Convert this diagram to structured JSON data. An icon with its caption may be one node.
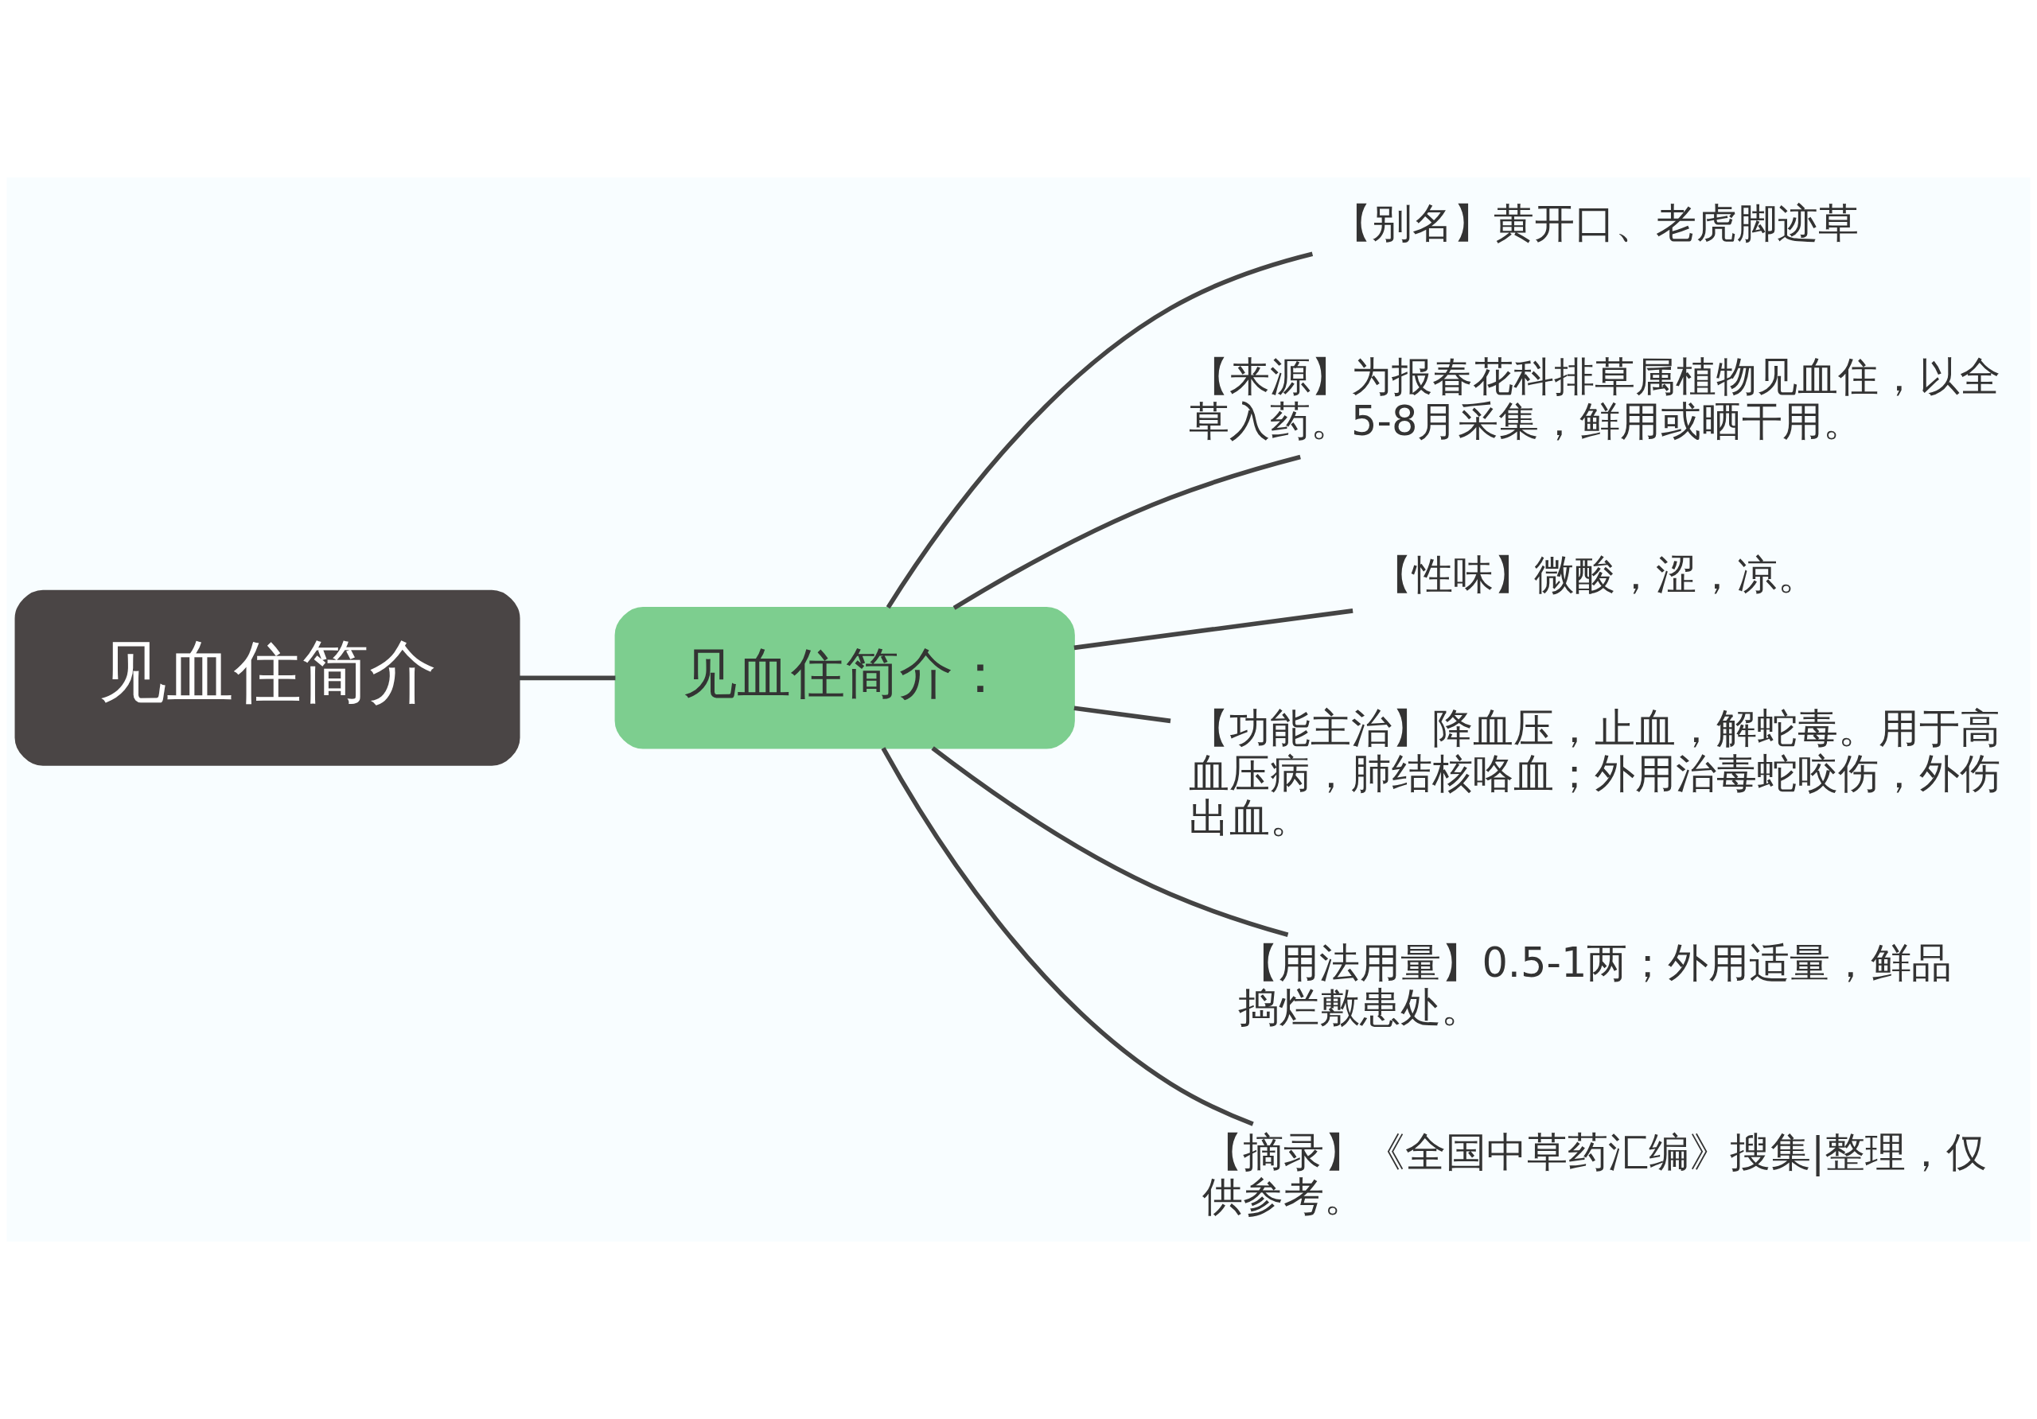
{
  "diagram": {
    "nodes": [
      {
        "text": [
          "见血住简介"
        ]
      },
      {
        "text": [
          "见血住简介："
        ]
      },
      {
        "text": [
          "【别名】黄开口、老虎脚迹草"
        ]
      },
      {
        "text": [
          "【来源】为报春花科排草属植物见血住，以全草入药。5-8月采集，鲜用或晒干用。"
        ]
      },
      {
        "text": [
          "【性味】微酸，涩，凉。"
        ]
      },
      {
        "text": [
          "【功能主治】降血压，止血，解蛇毒。用于高血压病，肺结核咯血；外用治毒蛇咬伤，外伤出血。"
        ]
      },
      {
        "text": [
          "【用法用量】0.5-1两；外用适量，鲜品捣烂敷患处。"
        ]
      },
      {
        "text": [
          "【摘录】《全国中草药汇编》搜集|整理，仅供参考。"
        ]
      }
    ],
    "edges": [
      {
        "from": 0,
        "to": 1,
        "arrow": "none"
      },
      {
        "from": 1,
        "to": 2,
        "arrow": "none"
      },
      {
        "from": 1,
        "to": 3,
        "arrow": "none"
      },
      {
        "from": 1,
        "to": 4,
        "arrow": "none"
      },
      {
        "from": 1,
        "to": 5,
        "arrow": "none"
      },
      {
        "from": 1,
        "to": 6,
        "arrow": "none"
      },
      {
        "from": 1,
        "to": 7,
        "arrow": "none"
      }
    ]
  }
}
